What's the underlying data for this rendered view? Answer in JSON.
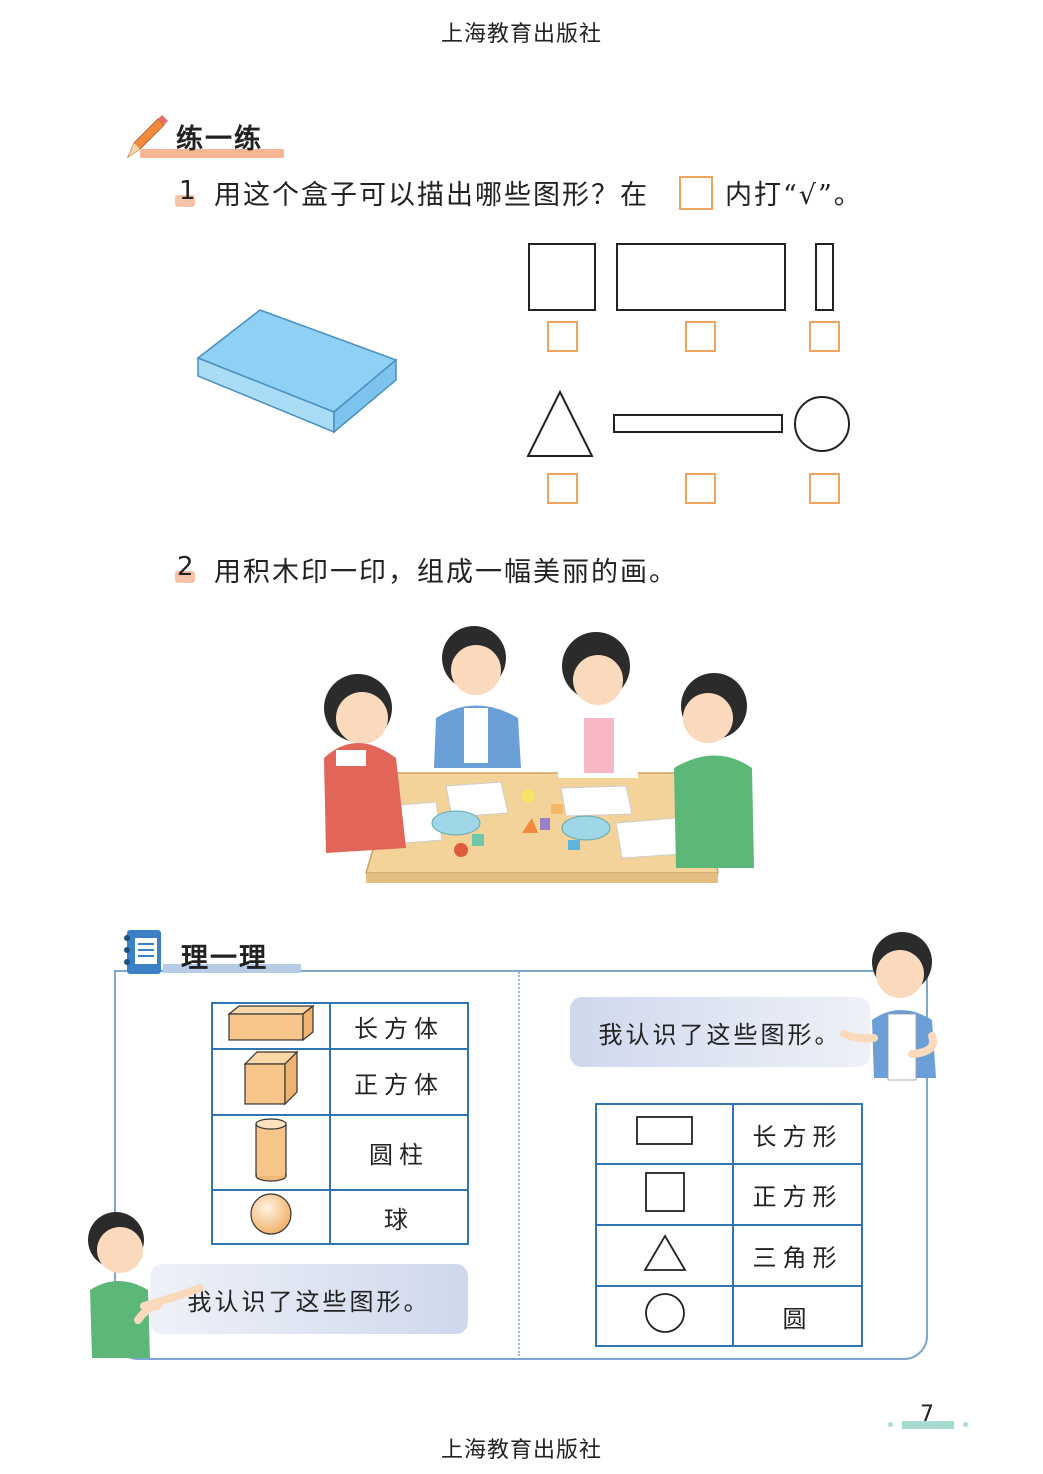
{
  "header": {
    "publisher": "上海教育出版社"
  },
  "footer": {
    "publisher": "上海教育出版社",
    "page_number": "7"
  },
  "practice": {
    "title": "练一练",
    "q1": {
      "number": "1",
      "text_before": "用这个盒子可以描出哪些图形？在",
      "text_after": "内打“√”。"
    },
    "q2": {
      "number": "2",
      "text": "用积木印一印，组成一幅美丽的画。"
    }
  },
  "review": {
    "title": "理一理",
    "solids_table": [
      {
        "icon": "cuboid-icon",
        "label": "长方体"
      },
      {
        "icon": "cube-icon",
        "label": "正方体"
      },
      {
        "icon": "cylinder-icon",
        "label": "圆柱"
      },
      {
        "icon": "sphere-icon",
        "label": "球"
      }
    ],
    "shapes_table": [
      {
        "icon": "rectangle-icon",
        "label": "长方形"
      },
      {
        "icon": "square-icon",
        "label": "正方形"
      },
      {
        "icon": "triangle-icon",
        "label": "三角形"
      },
      {
        "icon": "circle-icon",
        "label": "圆"
      }
    ],
    "bubble_right": "我认识了这些图形。",
    "bubble_left": "我认识了这些图形。"
  },
  "colors": {
    "checkbox_border": "#f0a35e",
    "table_border": "#2f74b5",
    "box_fill": "#8fd0f5",
    "panel_border": "#7ea6cf",
    "bubble_fill": "#d3dcee"
  }
}
